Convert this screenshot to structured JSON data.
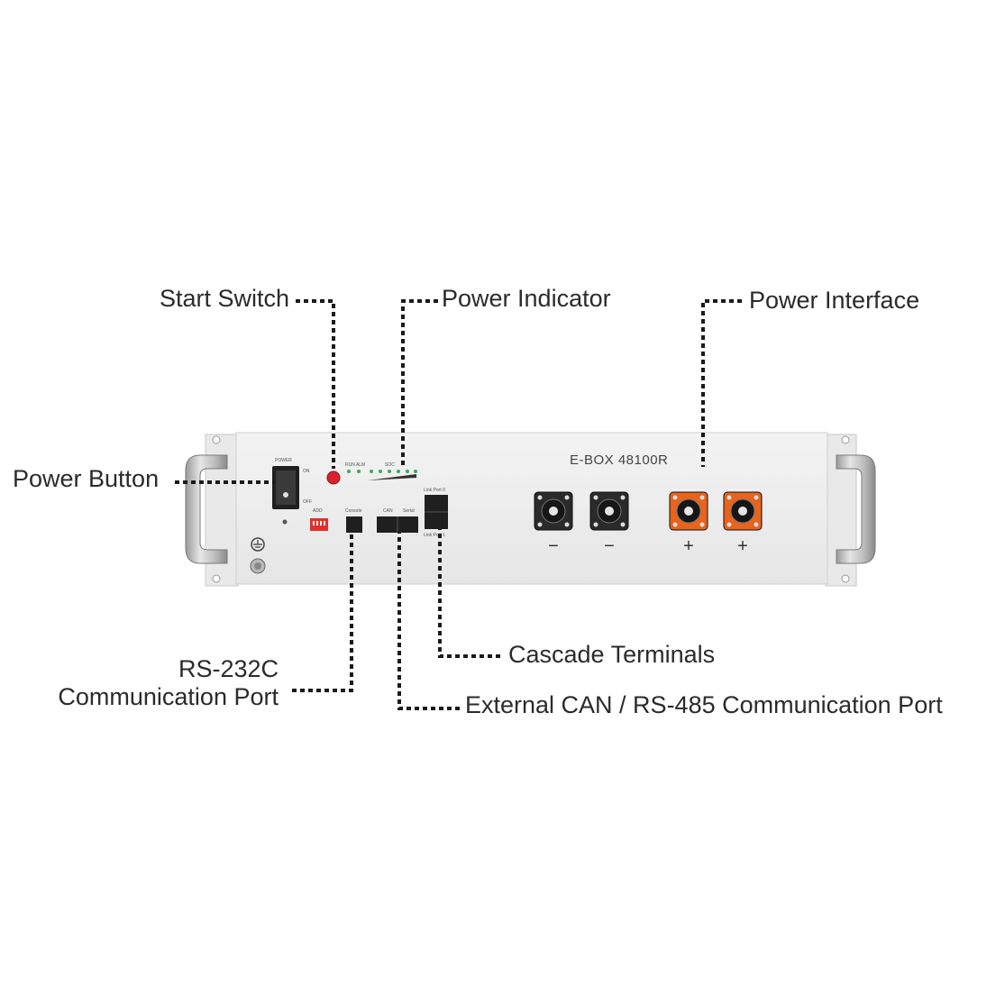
{
  "device": {
    "model": "E-BOX 48100R",
    "panel_labels": {
      "power": "POWER",
      "on": "ON",
      "off": "OFF",
      "run_alm": "RUN ALM",
      "soc": "SOC",
      "add": "ADD",
      "console": "Console",
      "can": "CAN",
      "serial": "Serial",
      "link_port_0": "Link Port 0",
      "link_port_1": "Link Port 1"
    },
    "terminals": [
      {
        "polarity": "−",
        "color": "#2a2a2a"
      },
      {
        "polarity": "−",
        "color": "#2a2a2a"
      },
      {
        "polarity": "+",
        "color": "#e8631c"
      },
      {
        "polarity": "+",
        "color": "#e8631c"
      }
    ]
  },
  "callouts": {
    "start_switch": "Start Switch",
    "power_indicator": "Power Indicator",
    "power_interface": "Power Interface",
    "power_button": "Power Button",
    "rs232c_line1": "RS-232C",
    "rs232c_line2": "Communication Port",
    "cascade_terminals": "Cascade Terminals",
    "external_can": "External CAN / RS-485 Communication Port"
  },
  "colors": {
    "panel": "#efefef",
    "start_switch": "#d9232b",
    "terminal_positive": "#e8631c",
    "terminal_negative": "#2a2a2a",
    "led": "#3aa860",
    "dip_switch": "#e0302c"
  }
}
